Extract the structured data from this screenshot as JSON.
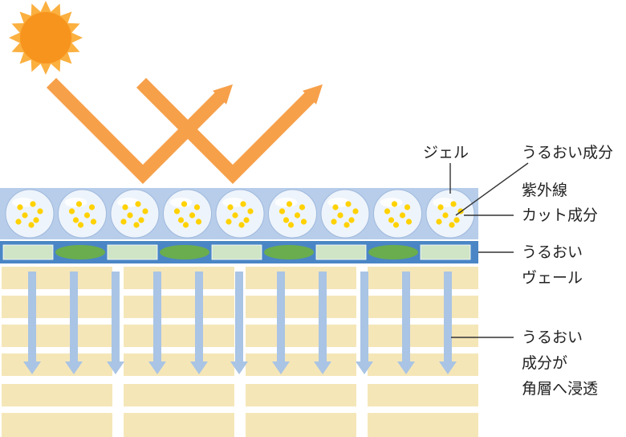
{
  "labels": {
    "gel": "ジェル",
    "moisture_ingredient": "うるおい成分",
    "uv_cut_line1": "紫外線",
    "uv_cut_line2": "カット成分",
    "veil_line1": "うるおい",
    "veil_line2": "ヴェール",
    "penetration_line1": "うるおい",
    "penetration_line2": "成分が",
    "penetration_line3": "角層へ浸透"
  },
  "colors": {
    "sun": "#f7941d",
    "sun_rays": "#fbb040",
    "uv_arrows": "#f7a04a",
    "gel_layer": "#b7cdea",
    "veil_layer": "#4a86c5",
    "veil_block": "#cfe5c6",
    "veil_oval": "#6aad4e",
    "capsule": "#eef4fb",
    "dots": "#ffd200",
    "cells": "#f5e6b8",
    "down_arrows": "#a9c4e4",
    "leader_lines": "#333333"
  }
}
